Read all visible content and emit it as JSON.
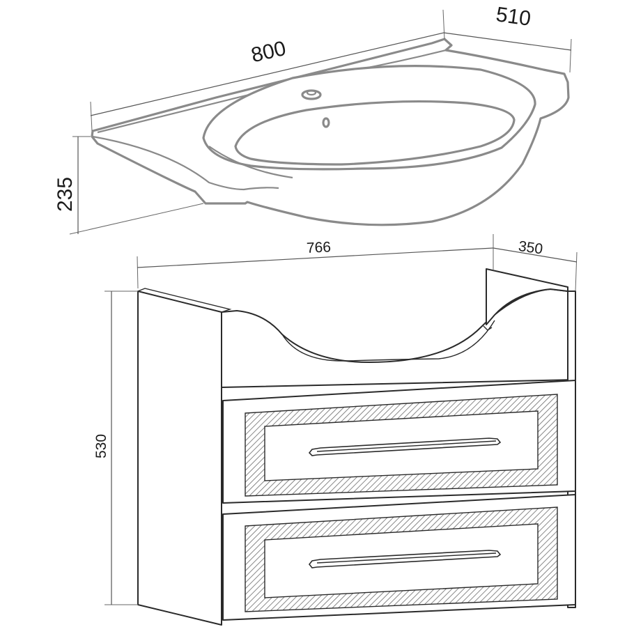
{
  "basin": {
    "width_label": "800",
    "depth_label": "510",
    "height_label": "235"
  },
  "cabinet": {
    "width_label": "766",
    "depth_label": "350",
    "height_label": "530",
    "drawers": 2
  }
}
